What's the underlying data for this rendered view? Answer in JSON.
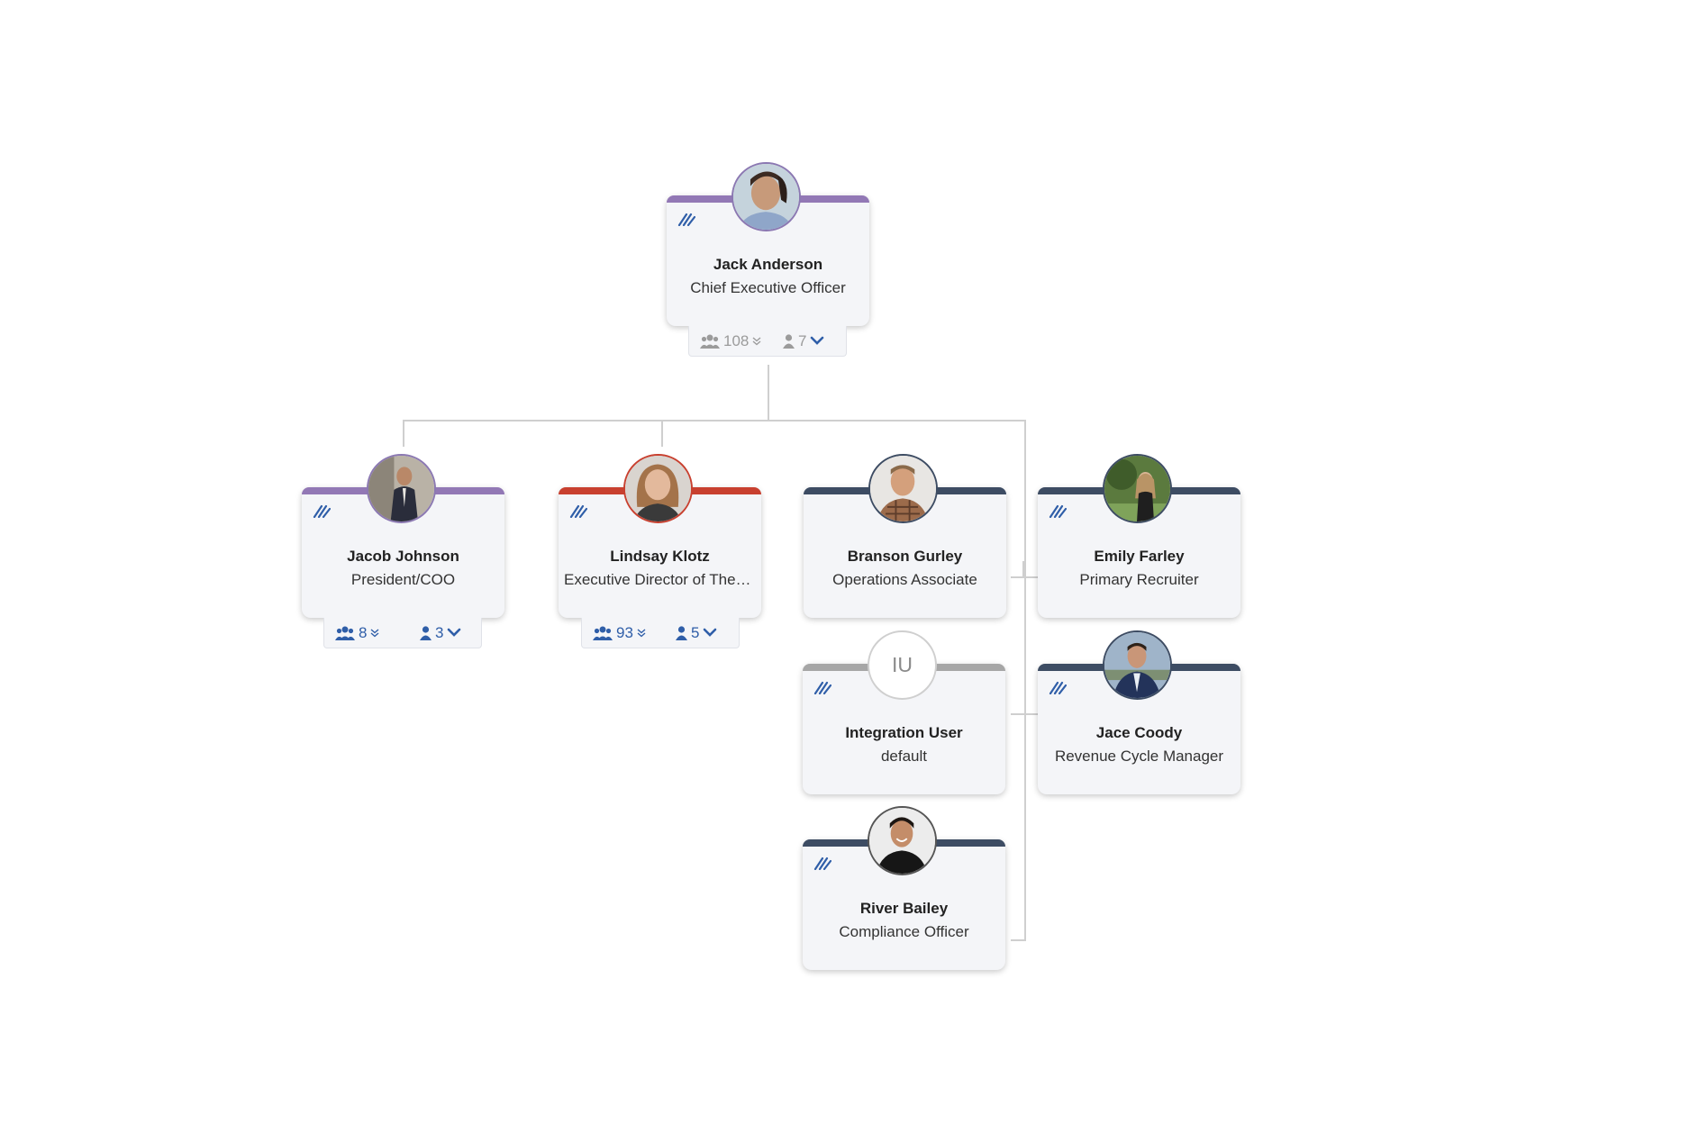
{
  "colors": {
    "purple": "#9278b5",
    "red": "#c8402f",
    "navy": "#3d4c63",
    "gray": "#a6a6a6",
    "brand_blue": "#2f5ea8",
    "connector": "#cfcfcf"
  },
  "icons": {
    "brand": "brand-logo-icon",
    "team": "users-icon",
    "direct": "user-icon",
    "expand": "chevron-down-icon",
    "expand_double": "double-chevron-down-icon"
  },
  "ceo": {
    "name": "Jack Anderson",
    "title": "Chief Executive Officer",
    "team_count": "108",
    "direct_count": "7"
  },
  "reports": {
    "jacob": {
      "name": "Jacob Johnson",
      "title": "President/COO",
      "team_count": "8",
      "direct_count": "3"
    },
    "lindsay": {
      "name": "Lindsay Klotz",
      "title": "Executive Director of Therapy",
      "team_count": "93",
      "direct_count": "5"
    },
    "branson": {
      "name": "Branson Gurley",
      "title": "Operations Associate"
    },
    "emily": {
      "name": "Emily Farley",
      "title": "Primary Recruiter"
    },
    "integration": {
      "name": "Integration User",
      "title": "default",
      "initials": "IU"
    },
    "jace": {
      "name": "Jace Coody",
      "title": "Revenue Cycle Manager"
    },
    "river": {
      "name": "River Bailey",
      "title": "Compliance Officer"
    }
  }
}
